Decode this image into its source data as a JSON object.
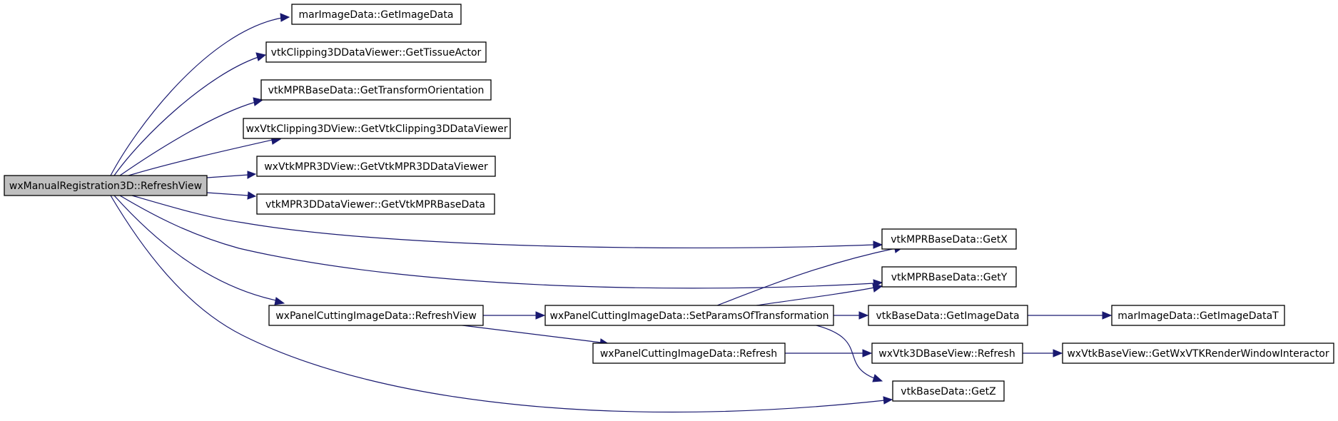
{
  "diagram": {
    "nodes": {
      "root": "wxManualRegistration3D::RefreshView",
      "marGetImageData": "marImageData::GetImageData",
      "getTissueActor": "vtkClipping3DDataViewer::GetTissueActor",
      "getTransformOrientation": "vtkMPRBaseData::GetTransformOrientation",
      "getVtkClipping3DDataViewer": "wxVtkClipping3DView::GetVtkClipping3DDataViewer",
      "getVtkMPR3DDataViewer": "wxVtkMPR3DView::GetVtkMPR3DDataViewer",
      "getVtkMPRBaseData": "vtkMPR3DDataViewer::GetVtkMPRBaseData",
      "getX": "vtkMPRBaseData::GetX",
      "getY": "vtkMPRBaseData::GetY",
      "panelRefreshView": "wxPanelCuttingImageData::RefreshView",
      "setParams": "wxPanelCuttingImageData::SetParamsOfTransformation",
      "baseGetImageData": "vtkBaseData::GetImageData",
      "marGetImageDataT": "marImageData::GetImageDataT",
      "panelRefresh": "wxPanelCuttingImageData::Refresh",
      "vtk3DRefresh": "wxVtk3DBaseView::Refresh",
      "getInteractor": "wxVtkBaseView::GetWxVTKRenderWindowInteractor",
      "getZ": "vtkBaseData::GetZ"
    },
    "colors": {
      "edge": "#191970",
      "root_fill": "#bfbfbf",
      "node_fill": "#ffffff",
      "border": "#000000"
    }
  }
}
